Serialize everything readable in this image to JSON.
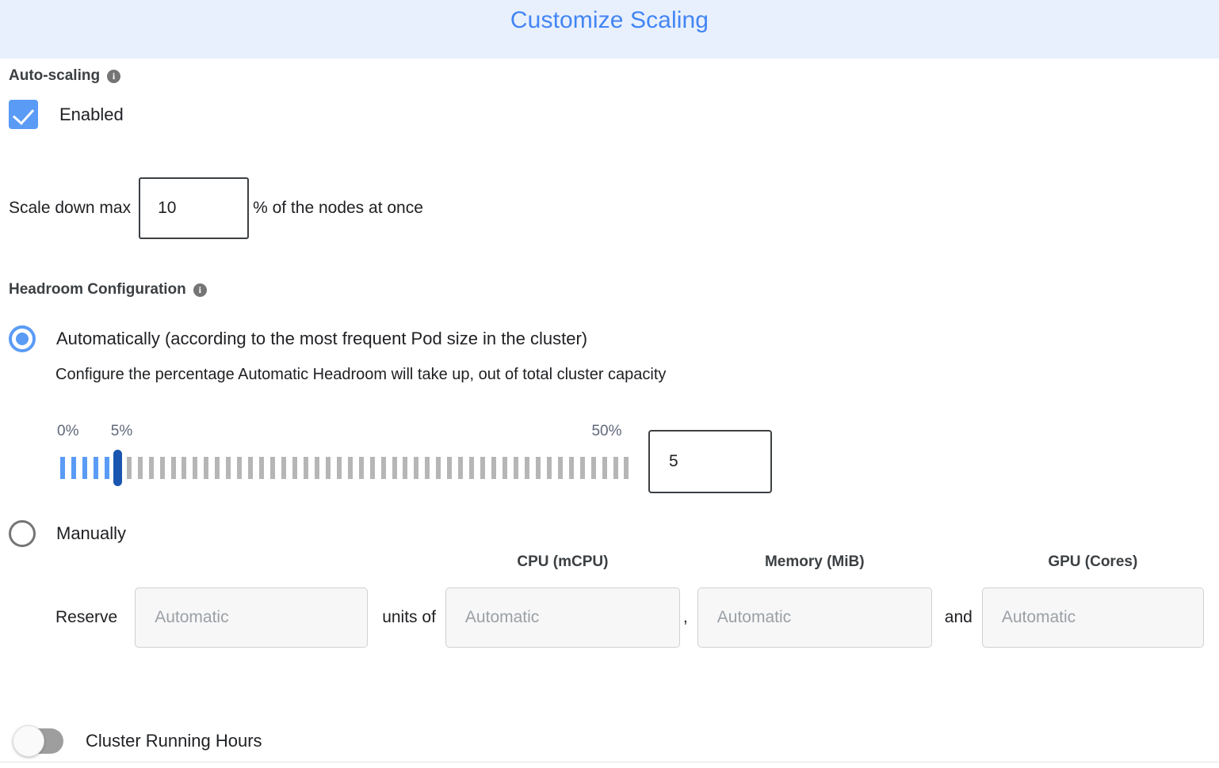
{
  "header": {
    "title": "Customize Scaling",
    "background_color": "#e9f0fd",
    "title_color": "#4285f4"
  },
  "autoscaling": {
    "section_label": "Auto-scaling",
    "info_icon": "info-icon",
    "info_glyph": "i",
    "checkbox_label": "Enabled",
    "checkbox_checked": true,
    "checkbox_color": "#5a9bf6",
    "scale_down": {
      "prefix_label": "Scale down max",
      "value": "10",
      "suffix_label": "% of the nodes at once"
    }
  },
  "headroom": {
    "section_label": "Headroom Configuration",
    "info_glyph": "i",
    "options": [
      {
        "label": "Automatically (according to the most frequent Pod size in the cluster)",
        "selected": true,
        "helper_text": "Configure the percentage Automatic Headroom will take up, out of total cluster capacity"
      },
      {
        "label": "Manually",
        "selected": false
      }
    ],
    "slider": {
      "min_label": "0%",
      "current_label": "5%",
      "max_label": "50%",
      "min": 0,
      "max": 50,
      "value": 5,
      "tick_count": 52,
      "active_color": "#5a9bf6",
      "inactive_color": "#b6b6b6",
      "thumb_color": "#1a56b0"
    },
    "value_input": {
      "value": "5"
    },
    "manual_reserve": {
      "reserve_label": "Reserve",
      "units_of_label": "units of",
      "comma_label": ",",
      "and_label": "and",
      "columns": [
        {
          "header": "CPU (mCPU)"
        },
        {
          "header": "Memory (MiB)"
        },
        {
          "header": "GPU (Cores)"
        }
      ],
      "fields": [
        {
          "name": "units",
          "placeholder": "Automatic",
          "value": ""
        },
        {
          "name": "cpu",
          "placeholder": "Automatic",
          "value": ""
        },
        {
          "name": "memory",
          "placeholder": "Automatic",
          "value": ""
        },
        {
          "name": "gpu",
          "placeholder": "Automatic",
          "value": ""
        }
      ]
    }
  },
  "cluster_running_hours": {
    "label": "Cluster Running Hours",
    "enabled": false
  }
}
